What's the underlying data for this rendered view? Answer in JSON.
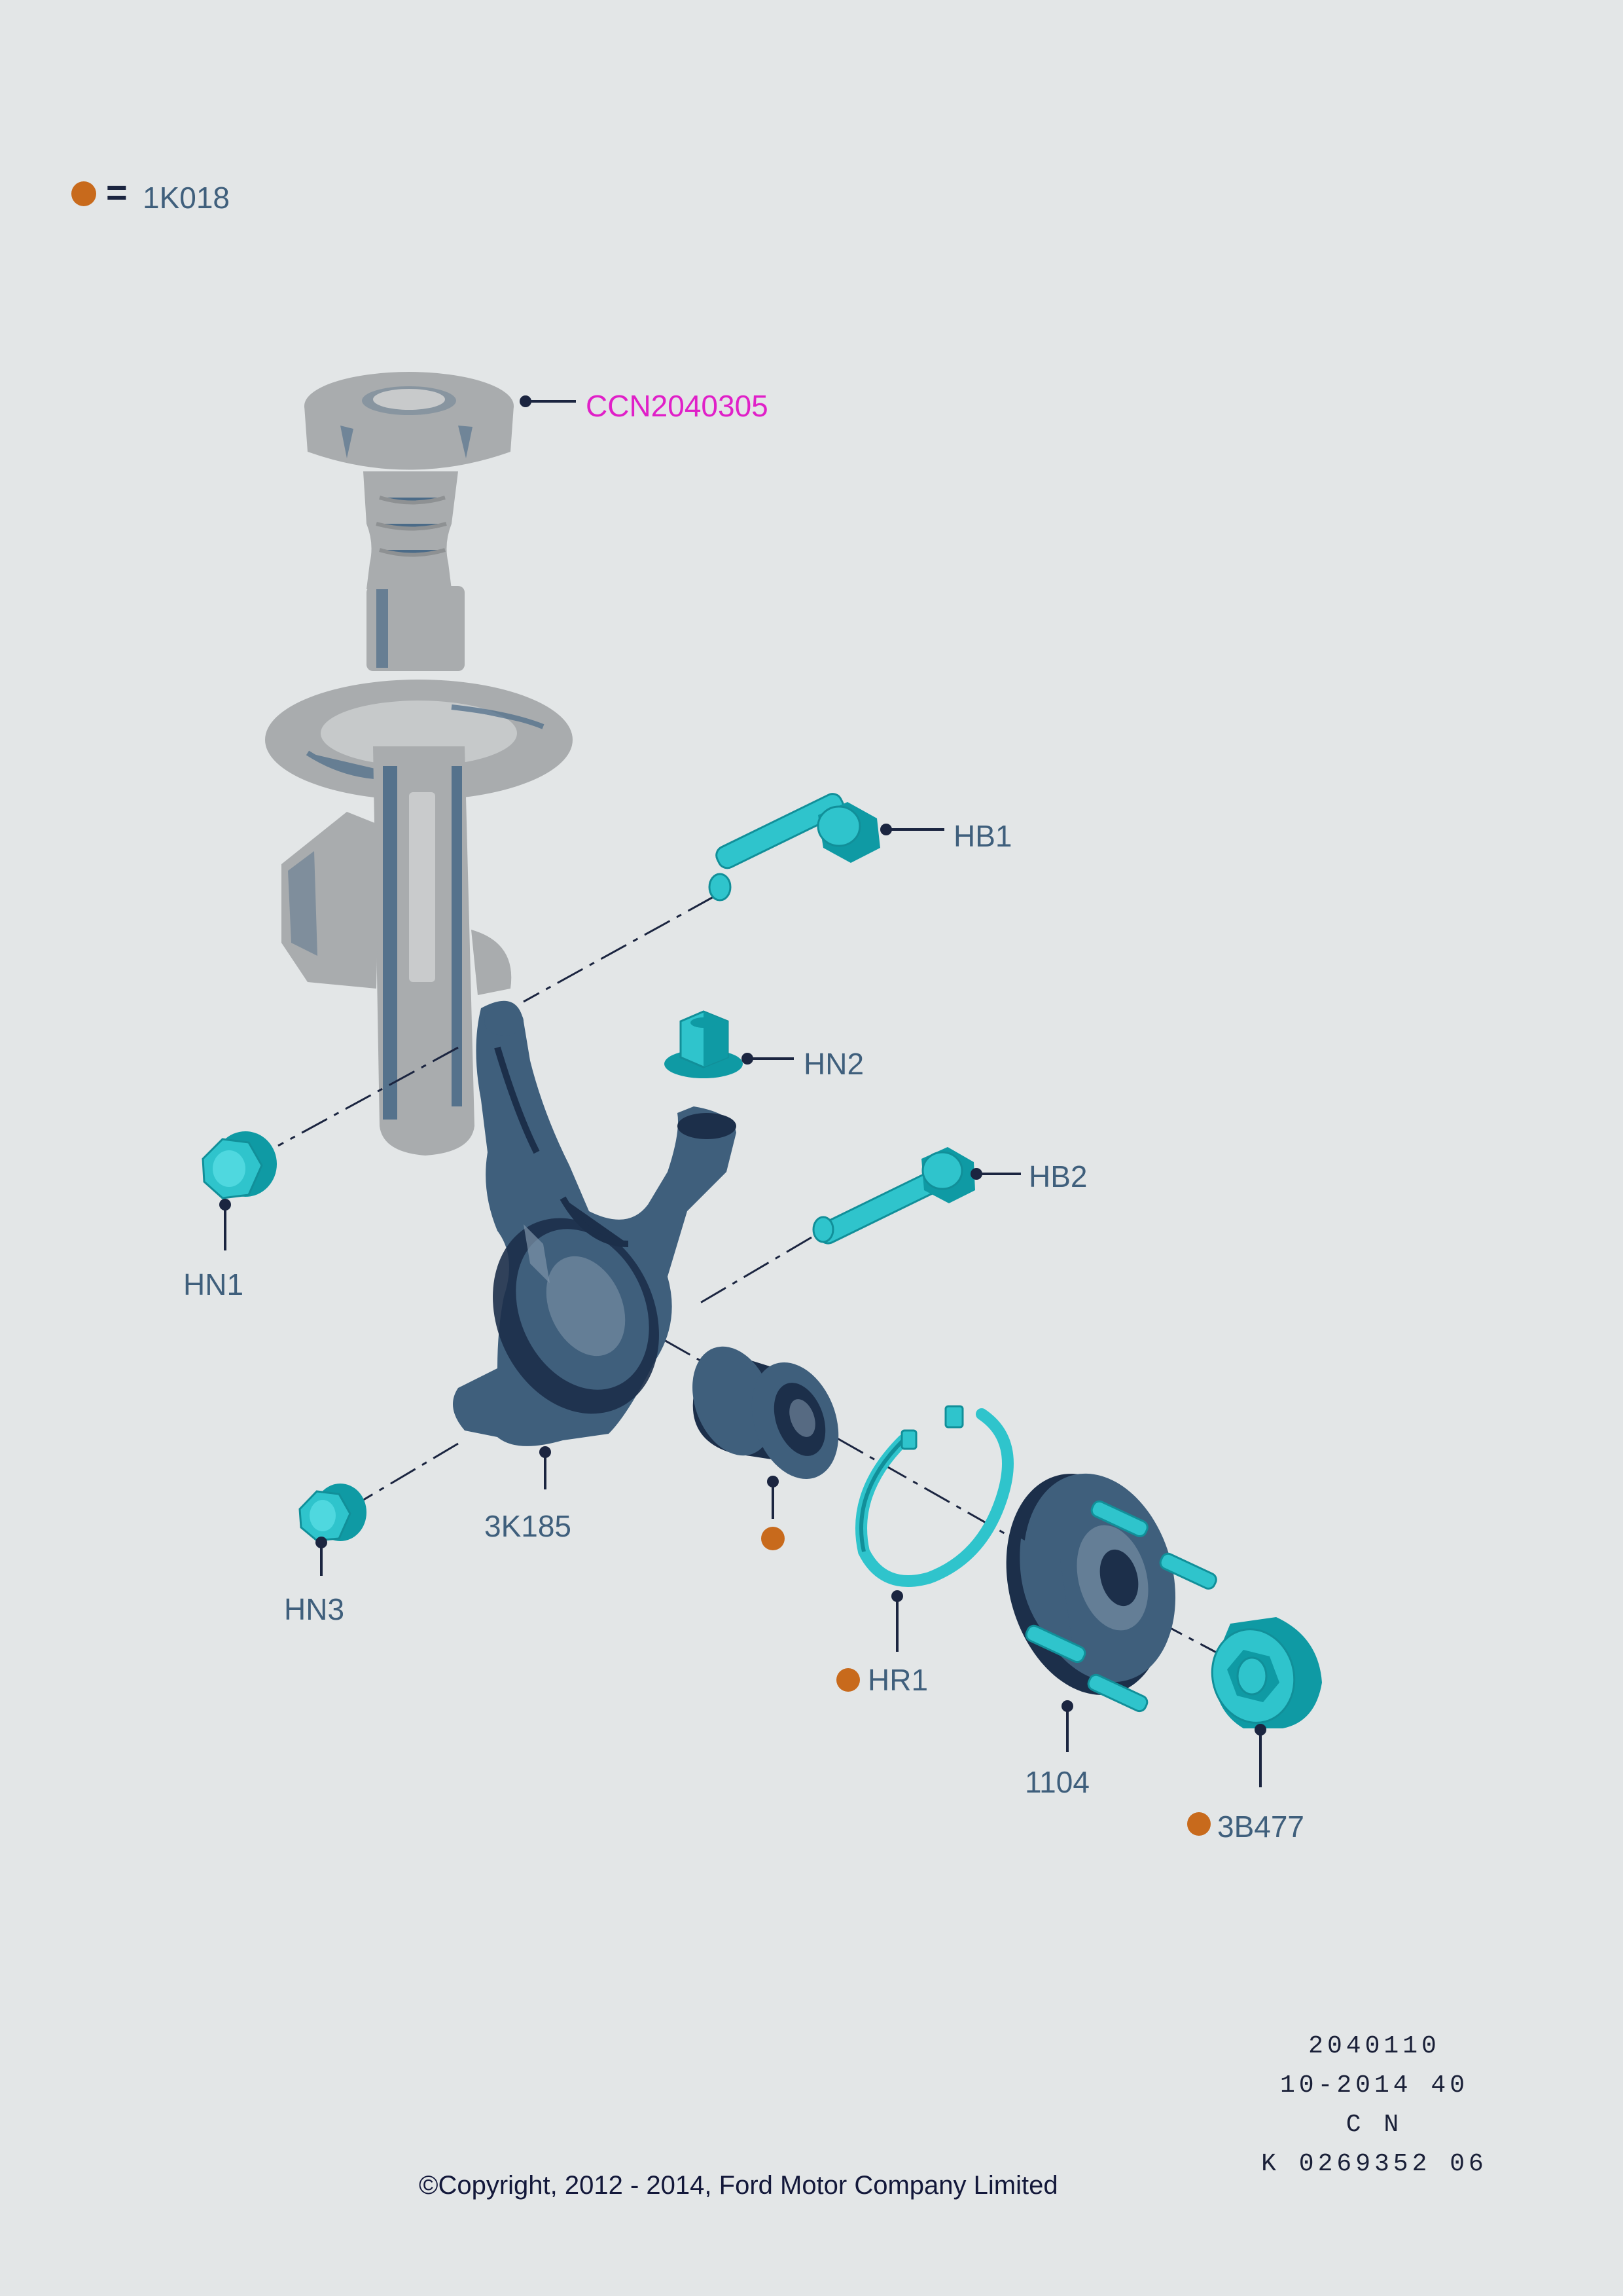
{
  "legend": {
    "symbol": "orange-dot",
    "equals": "=",
    "code": "1K018"
  },
  "callouts": {
    "ccn": "CCN2040305",
    "hb1": "HB1",
    "hn2": "HN2",
    "hb2": "HB2",
    "hn1": "HN1",
    "k185": "3K185",
    "hn3": "HN3",
    "hr1": "HR1",
    "hub": "1104",
    "b477": "3B477"
  },
  "stamp": [
    "2040110",
    "10-2014 40",
    "C N",
    "K 0269352 06"
  ],
  "copyright": "©Copyright, 2012 - 2014, Ford Motor Company Limited",
  "colors": {
    "background": "#e3e6e7",
    "label_text": "#3f5f7c",
    "highlight_label": "#e020c8",
    "fastener": "#2fc4cc",
    "component": "#3f5f7c",
    "ghost_component": "#a9acae",
    "marker": "#c86a1c"
  },
  "icons": [
    "orange-dot-marker",
    "strut-assembly-ghost",
    "steering-knuckle",
    "wheel-bearing",
    "retaining-ring",
    "wheel-hub",
    "hub-nut",
    "bolt",
    "flange-nut"
  ]
}
